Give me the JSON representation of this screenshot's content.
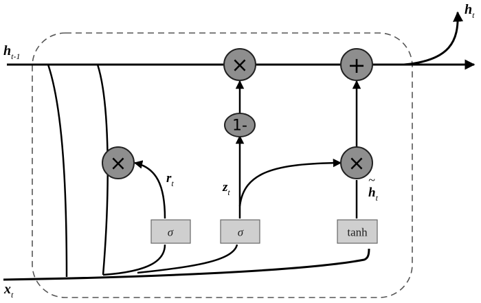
{
  "labels": {
    "h_prev_main": "h",
    "h_prev_sub": "t-1",
    "h_out_main": "h",
    "h_out_sub": "t",
    "x_main": "x",
    "x_sub": "t",
    "r_main": "r",
    "r_sub": "t",
    "z_main": "z",
    "z_sub": "t",
    "h_tilde_main": "h",
    "h_tilde_sub": "t",
    "h_tilde_accent": "~"
  },
  "operators": {
    "multiply_reset": "×",
    "multiply_update": "×",
    "multiply_candidate": "×",
    "add": "+",
    "one_minus": "1-"
  },
  "gates": {
    "reset_gate": "σ",
    "update_gate": "σ",
    "candidate_gate": "tanh"
  }
}
